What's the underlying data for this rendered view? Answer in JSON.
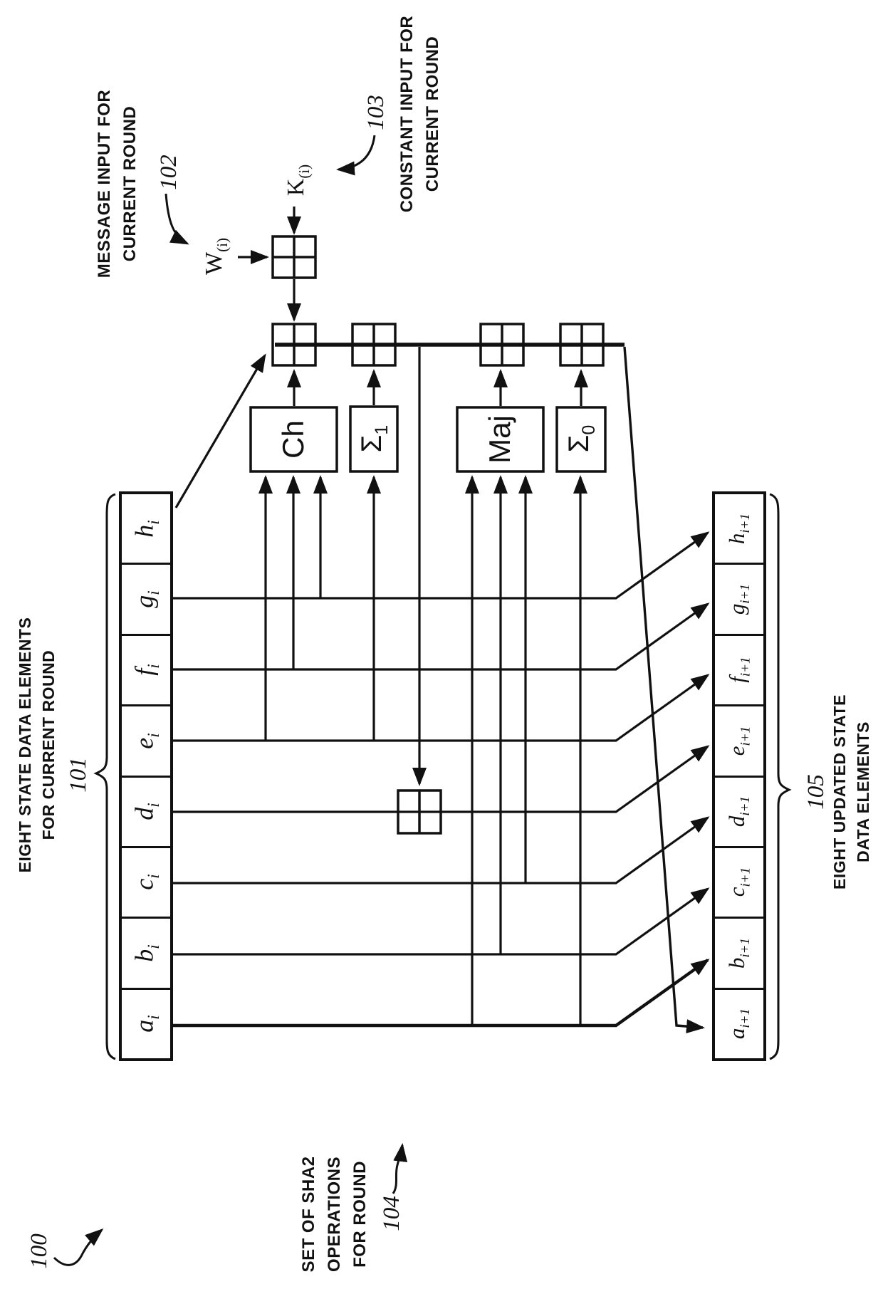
{
  "figure": {
    "ref_overall": "100",
    "message_input": {
      "line1": "MESSAGE INPUT FOR",
      "line2": "CURRENT ROUND",
      "ref": "102"
    },
    "constant_input": {
      "line1": "CONSTANT INPUT FOR",
      "line2": "CURRENT ROUND",
      "ref": "103"
    },
    "w_input": {
      "base": "W",
      "sub": "(i)"
    },
    "k_input": {
      "base": "K",
      "sub": "(i)"
    },
    "operations": {
      "ch": "Ch",
      "sigma1_base": "Σ",
      "sigma1_sub": "1",
      "maj": "Maj",
      "sigma0_base": "Σ",
      "sigma0_sub": "0"
    },
    "left_column": {
      "title_line1": "EIGHT STATE DATA ELEMENTS",
      "title_line2": "FOR CURRENT ROUND",
      "ref": "101",
      "cells": [
        {
          "base": "h",
          "sub": "i"
        },
        {
          "base": "g",
          "sub": "i"
        },
        {
          "base": "f",
          "sub": "i"
        },
        {
          "base": "e",
          "sub": "i"
        },
        {
          "base": "d",
          "sub": "i"
        },
        {
          "base": "c",
          "sub": "i"
        },
        {
          "base": "b",
          "sub": "i"
        },
        {
          "base": "a",
          "sub": "i"
        }
      ]
    },
    "right_column": {
      "ref": "105",
      "title_line1": "EIGHT UPDATED STATE",
      "title_line2": "DATA ELEMENTS",
      "cells": [
        {
          "base": "h",
          "sub": "i+1"
        },
        {
          "base": "g",
          "sub": "i+1"
        },
        {
          "base": "f",
          "sub": "i+1"
        },
        {
          "base": "e",
          "sub": "i+1"
        },
        {
          "base": "d",
          "sub": "i+1"
        },
        {
          "base": "c",
          "sub": "i+1"
        },
        {
          "base": "b",
          "sub": "i+1"
        },
        {
          "base": "a",
          "sub": "i+1"
        }
      ]
    },
    "operations_note": {
      "line1": "SET OF SHA2",
      "line2": "OPERATIONS",
      "line3": "FOR ROUND",
      "ref": "104"
    }
  }
}
